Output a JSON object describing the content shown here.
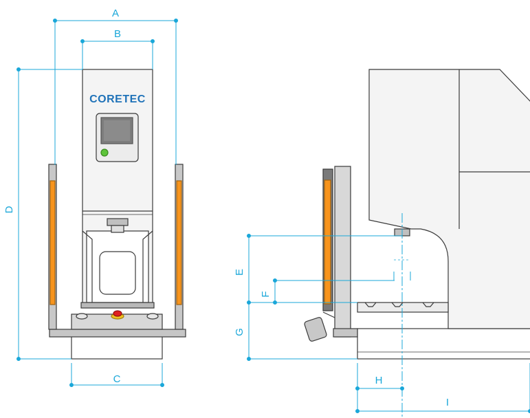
{
  "brand": "CORETEC",
  "dimensions": {
    "A": "A",
    "B": "B",
    "C": "C",
    "D": "D",
    "E": "E",
    "F": "F",
    "G": "G",
    "H": "H",
    "I": "I"
  },
  "colors": {
    "dimension": "#1aa7d9",
    "outline": "#3a3a3a",
    "frame": "#f2f2f2",
    "sensor_strip": "#f7941d",
    "sensor_housing": "#c8c8c8",
    "screen": "#7d7d7d",
    "status_led": "#5ec43a",
    "stop_button": "#e02020",
    "brand": "#1f72b8"
  }
}
